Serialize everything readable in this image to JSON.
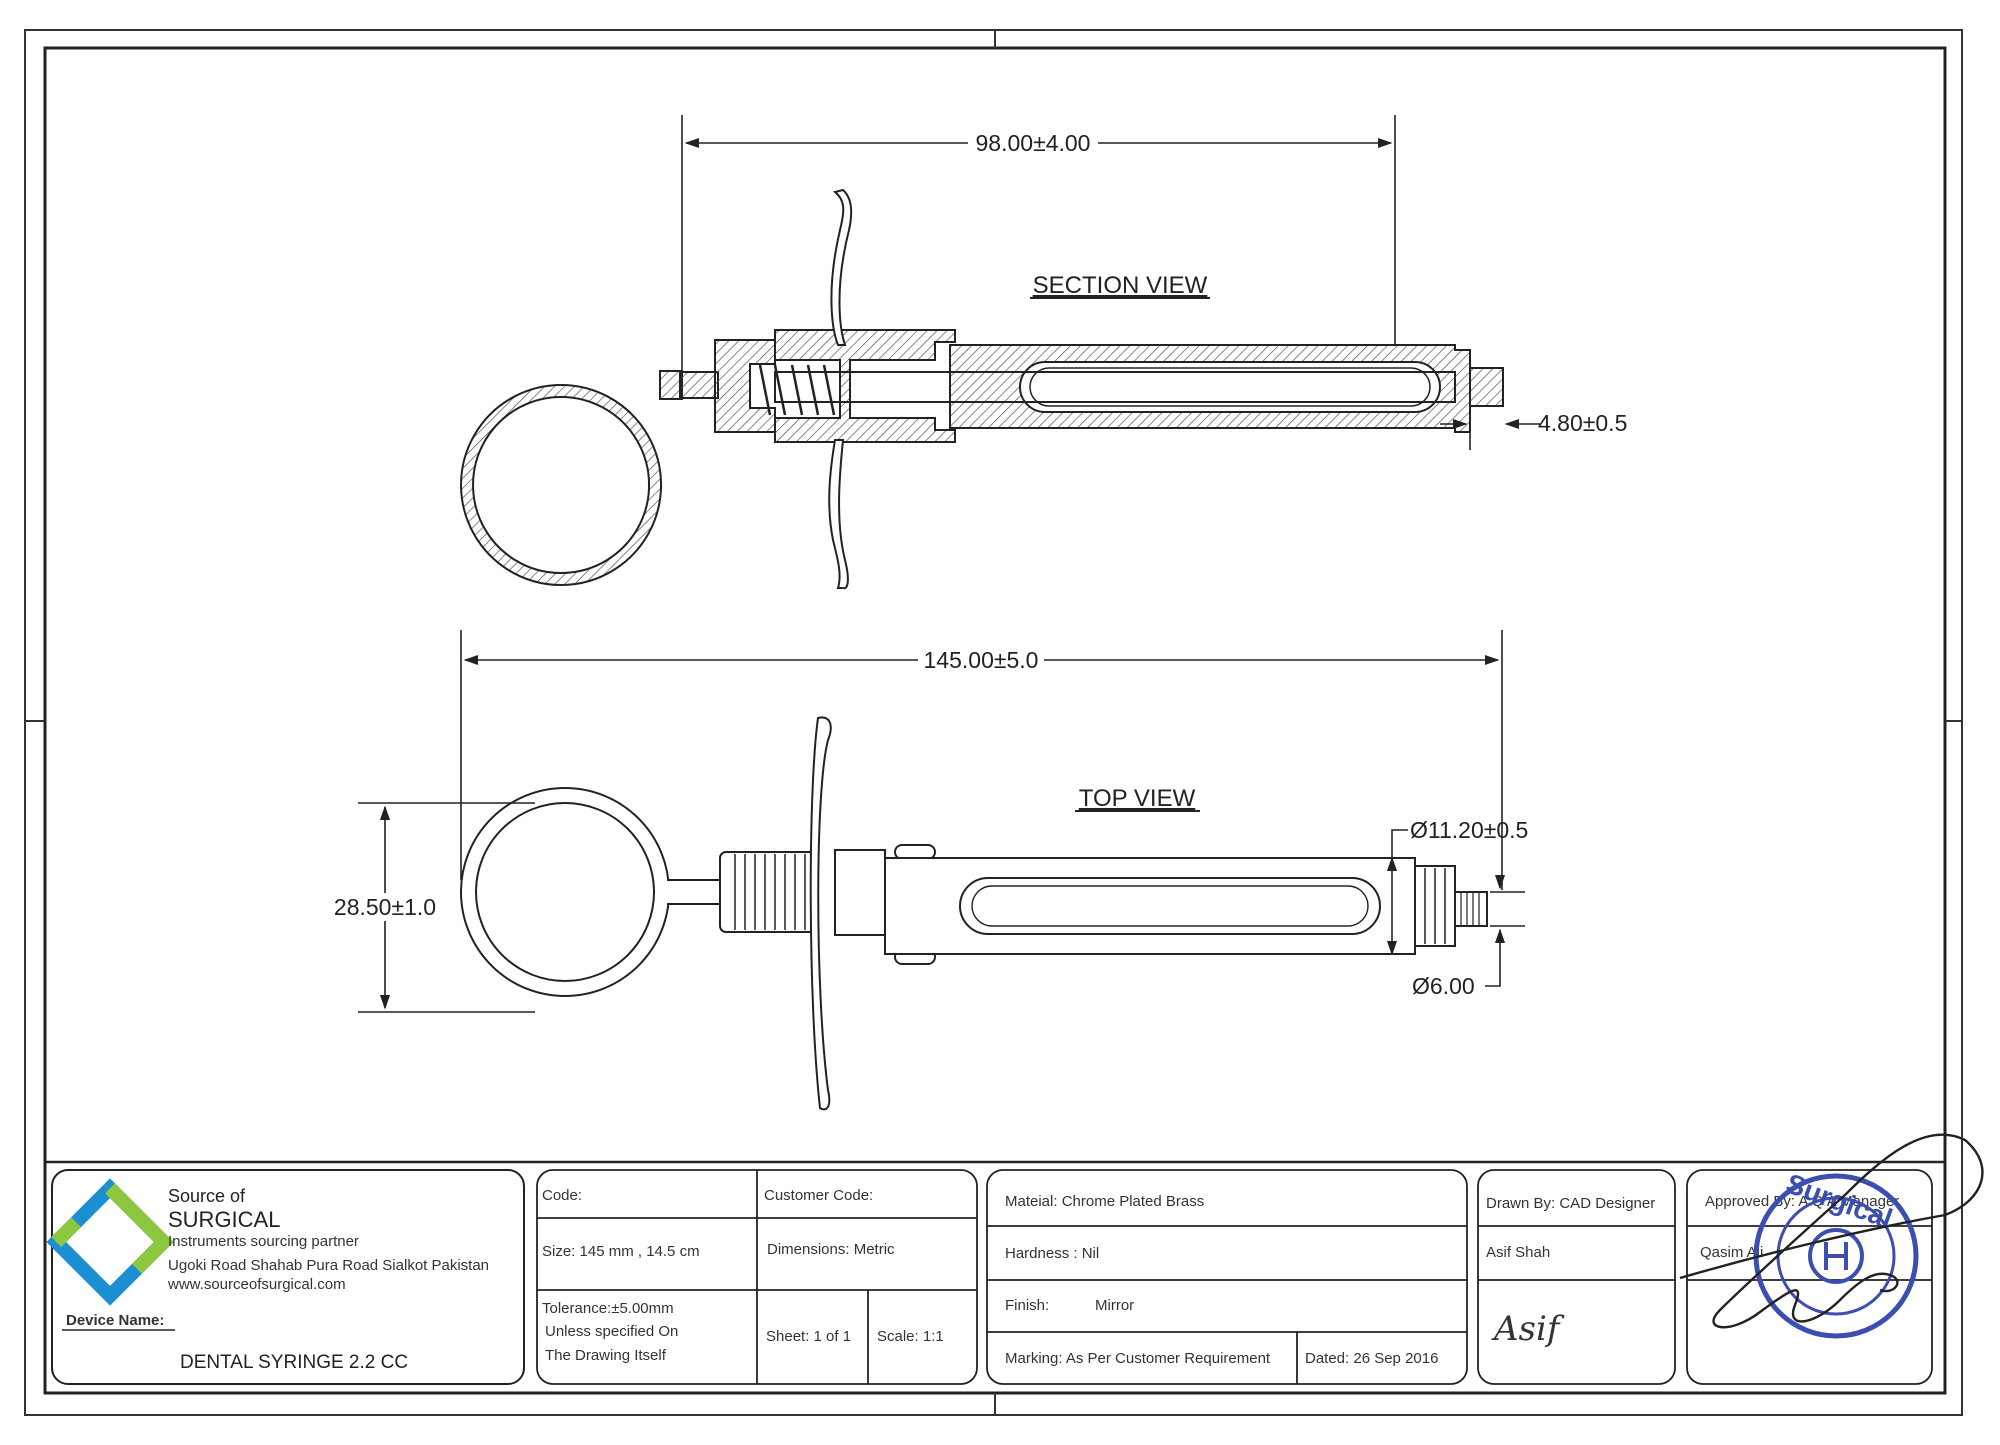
{
  "views": {
    "section_title": "SECTION VIEW",
    "top_title": "TOP VIEW"
  },
  "dimensions": {
    "section_length": "98.00±4.00",
    "tip_diameter": "4.80±0.5",
    "overall_length": "145.00±5.0",
    "ring_height": "28.50±1.0",
    "barrel_diameter": "Ø11.20±0.5",
    "tip_thread_diameter": "Ø6.00"
  },
  "title_block": {
    "company": {
      "line1": "Source of",
      "line2": "SURGICAL",
      "tagline": "Instruments sourcing partner",
      "address": "Ugoki Road Shahab Pura Road Sialkot Pakistan",
      "website": "www.sourceofsurgical.com",
      "logo_colors": [
        "#1b8fd2",
        "#8dc63f"
      ]
    },
    "device_label": "Device Name:",
    "device_name": "DENTAL SYRINGE 2.2 CC",
    "code": "Code:",
    "customer_code": "Customer Code:",
    "size": "Size:   145 mm , 14.5 cm",
    "dimensions": "Dimensions: Metric",
    "tolerance_1": "Tolerance:±5.00mm",
    "tolerance_2": "Unless specified On",
    "tolerance_3": "The Drawing Itself",
    "sheet": "Sheet: 1 of 1",
    "scale": "Scale: 1:1",
    "material": "Mateial:  Chrome Plated Brass",
    "hardness": "Hardness :   Nil",
    "finish": "Finish:",
    "finish_value": "Mirror",
    "marking": "Marking: As Per Customer Requirement",
    "dated": "Dated: 26 Sep 2016",
    "drawn_by": "Drawn By: CAD Designer",
    "drawn_name": "Asif Shah",
    "drawn_signature": "Asif",
    "approved_by": "Approved By: A Q A Manager",
    "approved_name": "Qasim Ali",
    "stamp_text": "Surgical"
  },
  "colors": {
    "line": "#222222",
    "hatch": "#555555",
    "stamp": "#3c4fb0"
  }
}
